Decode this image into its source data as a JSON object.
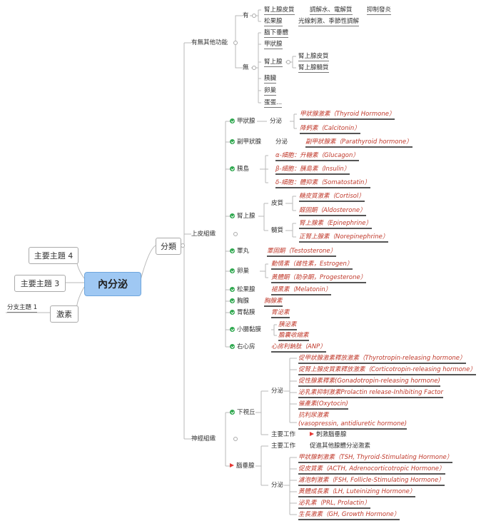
{
  "central": "內分泌",
  "topics": {
    "t4": "主要主題 4",
    "t3": "主要主題 3",
    "hormone": "激素",
    "sub1": "分支主題 1"
  },
  "cls": "分類",
  "other": {
    "label": "有無其他功能",
    "yes": "有",
    "adrenal_cortex": "腎上腺皮質",
    "water": "調解水、電解質",
    "anti": "抑制發炎",
    "pineal": "松果腺",
    "light": "光線刺激、季節性調解",
    "no": "無",
    "pit": "腦下垂體",
    "thy": "甲狀腺",
    "adrenal": "腎上腺",
    "ac2": "腎上腺皮質",
    "am": "腎上腺髓質",
    "pan": "胰臟",
    "ovary": "卵巢",
    "egg": "蛋蛋..."
  },
  "epi": {
    "label": "上皮組織",
    "thyroid": "甲狀腺",
    "thyroid_sec": "分泌",
    "t_h1": "甲狀腺激素（Thyroid Hormone）",
    "t_h2": "降鈣素（Calcitonin）",
    "para": "副甲狀腺",
    "para_sec": "分泌",
    "para_h": "副甲狀腺素（Parathyroid hormone）",
    "islet": "胰島",
    "i1": "α-細胞：升糖素（Glucagon）",
    "i2": "β-細胞：胰島素（Insulin）",
    "i3": "δ-細胞：體抑素（Somatostatin）",
    "adrenal": "腎上腺",
    "cortex": "皮質",
    "c1": "糖皮質激素（Cortisol）",
    "c2": "醛固酮（Aldosterone）",
    "medulla": "髓質",
    "m1": "腎上腺素（Epinephrine）",
    "m2": "正腎上腺素（Norepinephrine）",
    "testis": "睪丸",
    "testis_h": "睪固酮（Testosterone）",
    "ovary": "卵巢",
    "o1": "動情素（雌性素，Estrogen）",
    "o2": "黃體酮（助孕酮，Progesterone）",
    "pineal": "松果腺",
    "pineal_h": "褪黑素（Melatonin）",
    "thymus": "胸腺",
    "thymus_h": "胸腺素",
    "stomach": "胃黏膜",
    "stomach_h": "胃泌素",
    "intestine": "小腸黏膜",
    "in1": "胰泌素",
    "in2": "膽囊收縮素",
    "atrium": "右心房",
    "atrium_h": "心房利鈉肽（ANP）"
  },
  "nerve": {
    "label": "神經組織",
    "hypo": "下視丘",
    "hypo_sec": "分泌",
    "h1": "促甲狀腺激素釋放激素（Thyrotropin-releasing hormone）",
    "h2": "促腎上腺皮質素釋放激素（Corticotropin-releasing hormone）",
    "h3": "促性腺素釋素(Gonadotropin-releasing hormone)",
    "h4": "泌乳素抑制激素Prolactin release-Inhibiting Factor",
    "h5": "催產素(Oxytocin)",
    "h6a": "抗利尿激素",
    "h6b": "(vasopressin, antidiuretic hormone)",
    "hypo_work": "主要工作",
    "hypo_work_v": "刺激腦垂腺",
    "pit": "腦垂腺",
    "pit_work": "主要工作",
    "pit_work_v": "促進其他腺體分泌激素",
    "pit_sec": "分泌",
    "p1": "甲狀腺刺激素（TSH, Thyroid-Stimulating Hormone）",
    "p2": "促皮質素（ACTH, Adrenocorticotropic Hormone）",
    "p3": "濾泡刺激素（FSH, Follicle-Stimulating Hormone）",
    "p4": "黃體成長素（LH, Luteinizing Hormone）",
    "p5": "泌乳素（PRL, Prolactin）",
    "p6": "生長激素（GH, Growth Hormone）"
  }
}
